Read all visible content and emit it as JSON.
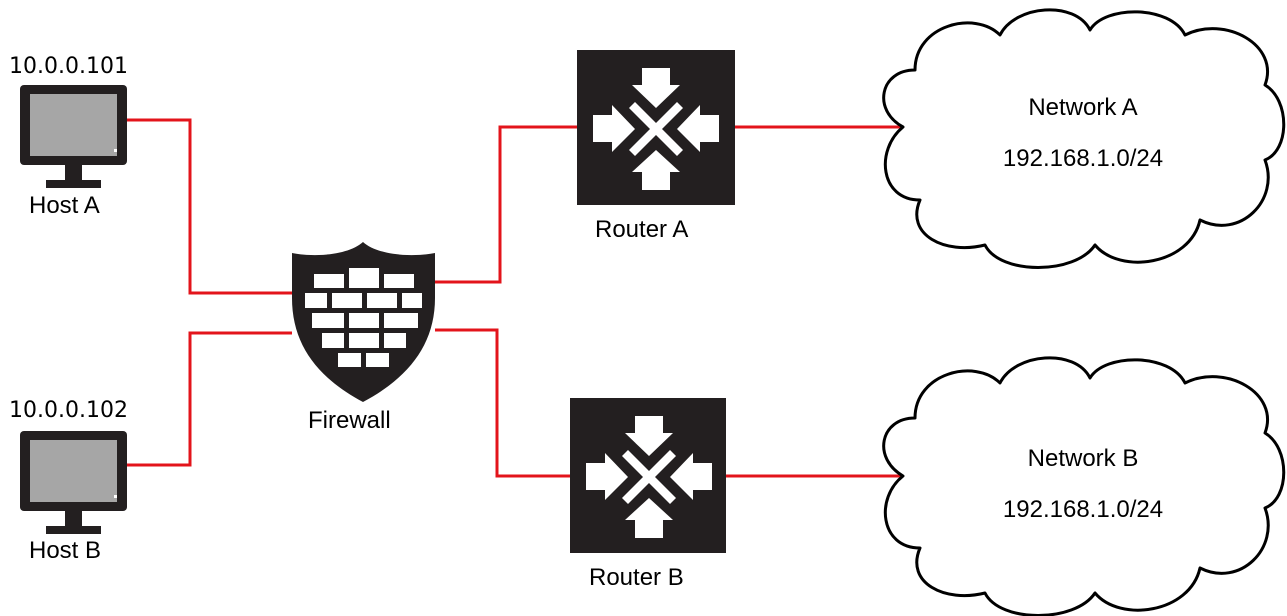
{
  "colors": {
    "link": "#e3141b",
    "device": "#231f20",
    "screen": "#a6a6a6",
    "cloud_stroke": "#000000",
    "background": "#ffffff"
  },
  "hosts": [
    {
      "name": "Host A",
      "ip": "10.0.0.101",
      "icon": "monitor-icon"
    },
    {
      "name": "Host B",
      "ip": "10.0.0.102",
      "icon": "monitor-icon"
    }
  ],
  "firewall": {
    "label": "Firewall",
    "icon": "firewall-shield-icon"
  },
  "routers": [
    {
      "label": "Router A",
      "icon": "router-icon"
    },
    {
      "label": "Router B",
      "icon": "router-icon"
    }
  ],
  "networks": [
    {
      "name": "Network A",
      "subnet": "192.168.1.0/24",
      "icon": "cloud-icon"
    },
    {
      "name": "Network B",
      "subnet": "192.168.1.0/24",
      "icon": "cloud-icon"
    }
  ]
}
